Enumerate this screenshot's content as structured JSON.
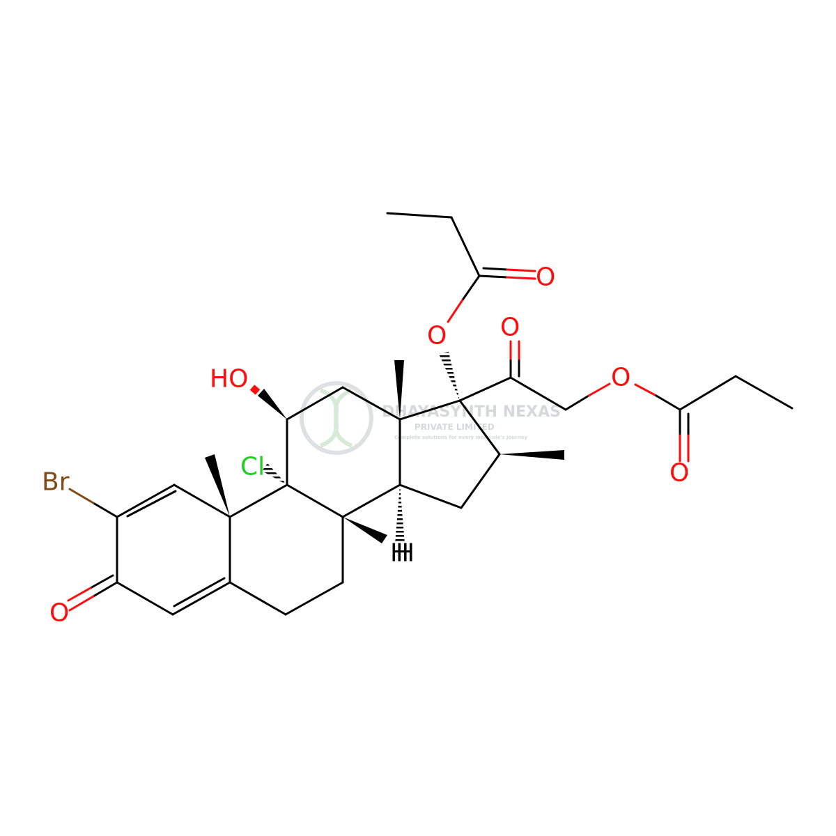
{
  "molecule": {
    "atoms": [
      {
        "id": "a_br",
        "label": "Br",
        "color": "#7f4c19"
      },
      {
        "id": "a_cl",
        "label": "Cl",
        "color": "#1fd01f"
      },
      {
        "id": "a_ho",
        "label": "HO",
        "color": "#ff0d0d"
      },
      {
        "id": "a_o_ketone3",
        "label": "O",
        "color": "#ff0d0d"
      },
      {
        "id": "a_o_ester17",
        "label": "O",
        "color": "#ff0d0d"
      },
      {
        "id": "a_o_carbonyl_top",
        "label": "O",
        "color": "#ff0d0d"
      },
      {
        "id": "a_o_ketone20",
        "label": "O",
        "color": "#ff0d0d"
      },
      {
        "id": "a_o_ester21",
        "label": "O",
        "color": "#ff0d0d"
      },
      {
        "id": "a_o_carbonyl_right",
        "label": "O",
        "color": "#ff0d0d"
      },
      {
        "id": "a_h",
        "label": "H",
        "color": "#000000"
      }
    ]
  },
  "watermark": {
    "company": "DHAYASYNTH NEXAS",
    "subtitle": "PRIVATE LIMITED",
    "tagline": "Complete solutions for every molecule's journey",
    "color": "#cfd3d3"
  }
}
